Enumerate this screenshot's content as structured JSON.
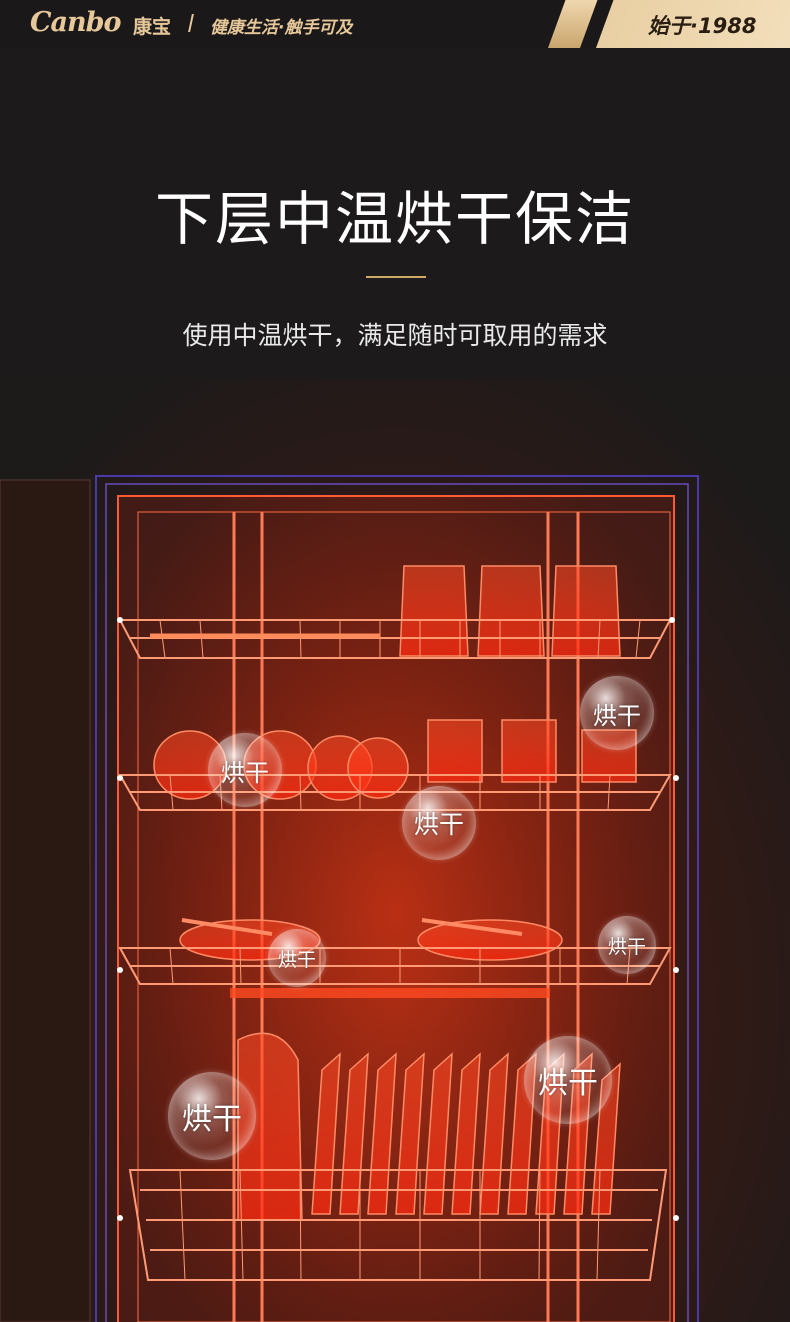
{
  "header": {
    "logo": "Canbo",
    "brand_cn": "康宝",
    "slogan": "健康生活·触手可及",
    "since": "始于·1988"
  },
  "hero": {
    "title": "下层中温烘干保洁",
    "subtitle": "使用中温烘干，满足随时可取用的需求"
  },
  "bubbles": [
    "烘干",
    "烘干",
    "烘干",
    "烘干",
    "烘干",
    "烘干"
  ],
  "colors": {
    "gold": "#e7c89a",
    "background": "#1c1a1a",
    "heat_red": "#ff3a1a"
  }
}
